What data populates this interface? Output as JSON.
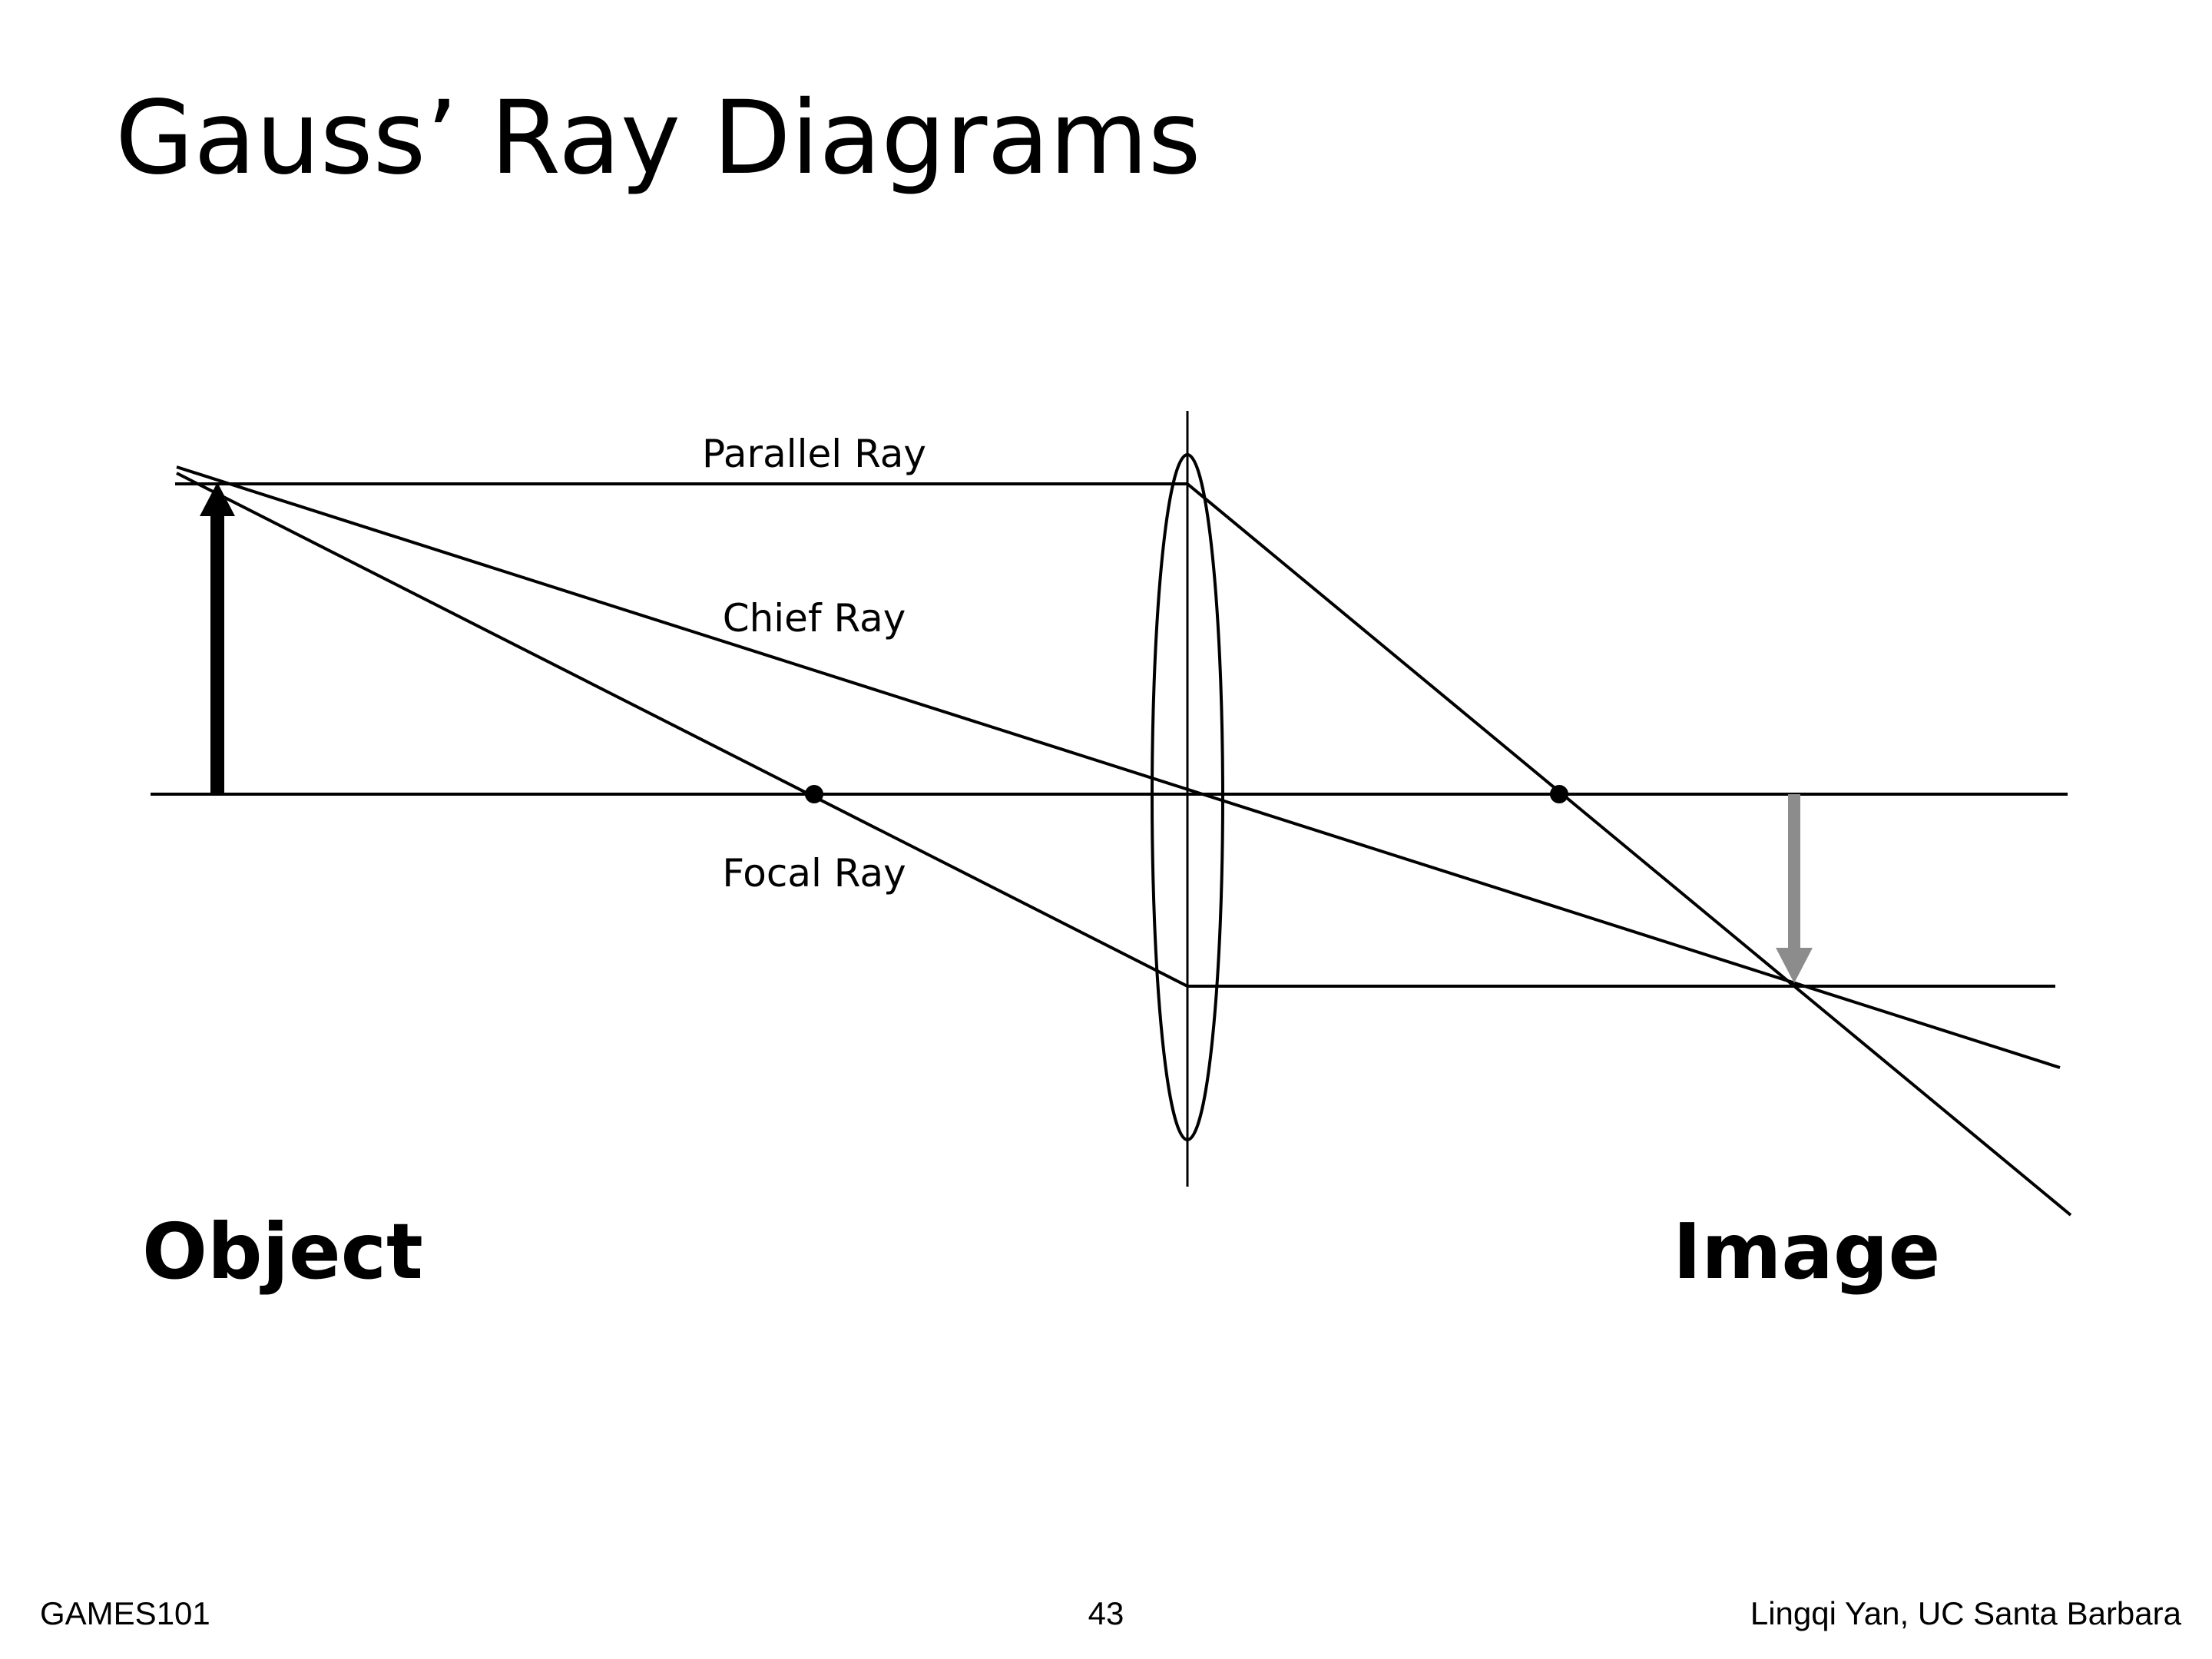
{
  "slide": {
    "title": "Gauss’ Ray Diagrams"
  },
  "diagram": {
    "ray_labels": {
      "parallel": "Parallel Ray",
      "chief": "Chief Ray",
      "focal": "Focal Ray"
    },
    "captions": {
      "object": "Object",
      "image": "Image"
    },
    "colors": {
      "ink": "#000000",
      "image_arrow": "#8c8c8c",
      "background": "#ffffff"
    }
  },
  "footer": {
    "course": "GAMES101",
    "page_number": "43",
    "author": "Lingqi Yan, UC Santa Barbara"
  }
}
